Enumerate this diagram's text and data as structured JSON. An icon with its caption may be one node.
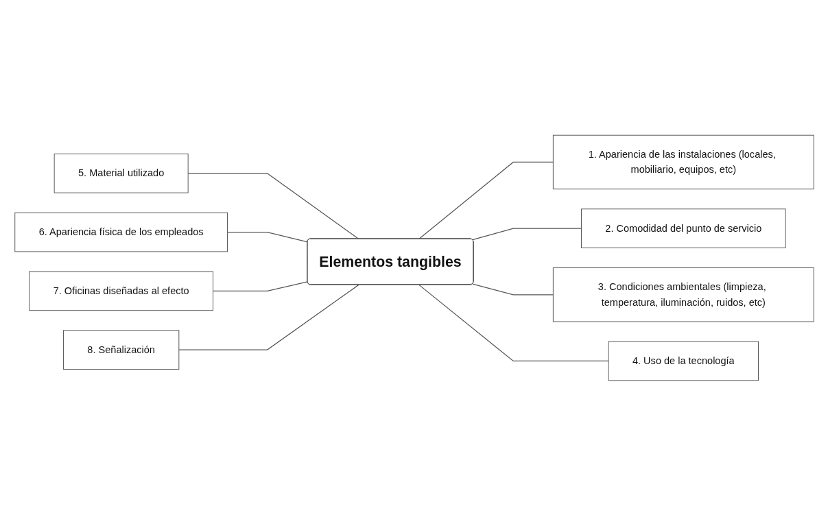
{
  "diagram": {
    "nodes": [
      {
        "text": [
          "Elementos tangibles"
        ]
      },
      {
        "text": [
          "1. Apariencia de las instalaciones (locales, mobiliario, equipos, etc)"
        ]
      },
      {
        "text": [
          "2. Comodidad del punto de servicio"
        ]
      },
      {
        "text": [
          "3. Condiciones ambientales (limpieza, temperatura, iluminación, ruidos, etc)"
        ]
      },
      {
        "text": [
          "4. Uso de la tecnología"
        ]
      },
      {
        "text": [
          "5. Material utilizado"
        ]
      },
      {
        "text": [
          "6. Apariencia física de los empleados"
        ]
      },
      {
        "text": [
          "7. Oficinas diseñadas al efecto"
        ]
      },
      {
        "text": [
          "8. Señalización"
        ]
      }
    ],
    "edges": [
      {
        "from": 0,
        "to": 1,
        "arrow": "none"
      },
      {
        "from": 0,
        "to": 2,
        "arrow": "none"
      },
      {
        "from": 0,
        "to": 3,
        "arrow": "none"
      },
      {
        "from": 0,
        "to": 4,
        "arrow": "none"
      },
      {
        "from": 5,
        "to": 0,
        "arrow": "none"
      },
      {
        "from": 6,
        "to": 0,
        "arrow": "none"
      },
      {
        "from": 7,
        "to": 0,
        "arrow": "none"
      },
      {
        "from": 8,
        "to": 0,
        "arrow": "none"
      }
    ]
  }
}
